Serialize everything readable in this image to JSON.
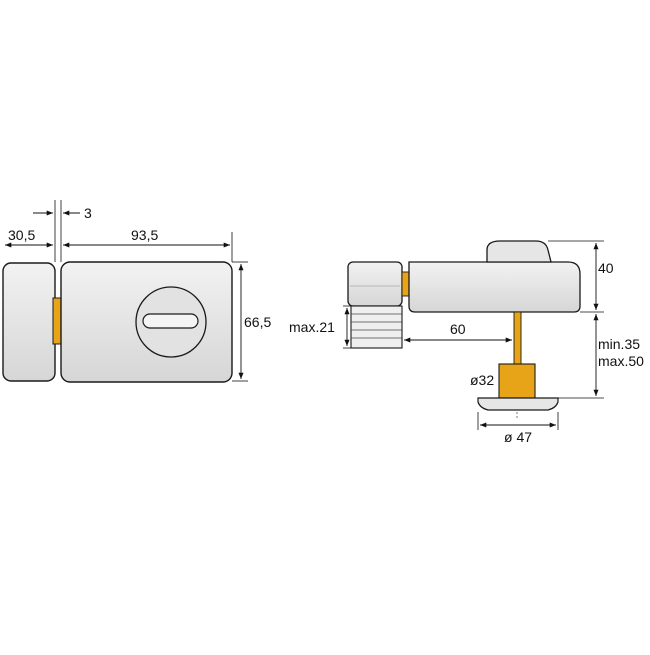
{
  "front_view": {
    "dim_width_left": "30,5",
    "dim_gap": "3",
    "dim_width_main": "93,5",
    "dim_height": "66,5"
  },
  "side_view": {
    "dim_knob_height": "40",
    "dim_strike_depth": "max.21",
    "dim_offset": "60",
    "dim_door_min": "min.35",
    "dim_door_max": "max.50",
    "dim_cylinder_dia": "ø32",
    "dim_rosette_dia": "ø 47"
  },
  "colors": {
    "body_fill": "#e6e6e6",
    "brass": "#e8a418",
    "outline": "#1a1a1a"
  }
}
